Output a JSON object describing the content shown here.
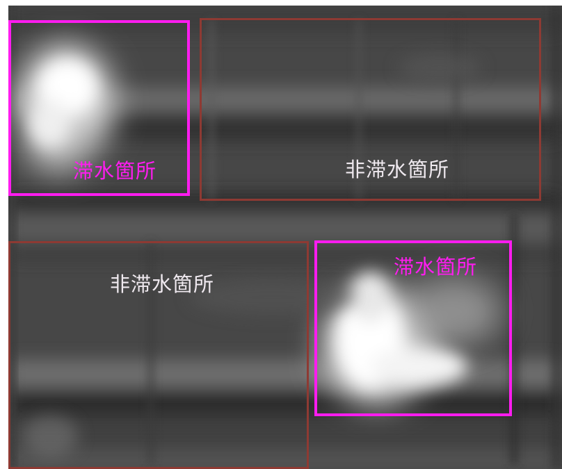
{
  "image": {
    "kind": "thermal-infrared-photo",
    "palette": "grayscale"
  },
  "regions": [
    {
      "label": "滞水箇所",
      "type": "wet"
    },
    {
      "label": "非滞水箇所",
      "type": "dry"
    },
    {
      "label": "非滞水箇所",
      "type": "dry"
    },
    {
      "label": "滞水箇所",
      "type": "wet"
    }
  ],
  "colors": {
    "wet_box": "#ff1cf0",
    "dry_box": "#8e3a33",
    "wet_text": "#ff1cf0",
    "dry_text": "#efe9ef"
  }
}
